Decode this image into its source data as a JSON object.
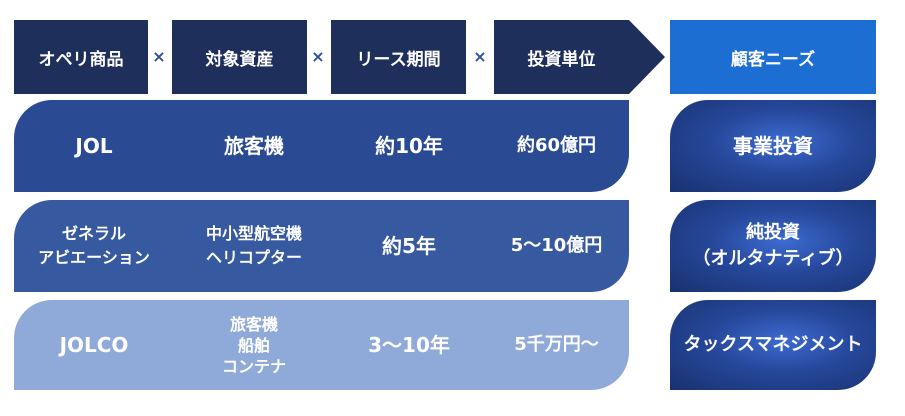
{
  "headers": {
    "product": "オペリ商品",
    "asset": "対象資産",
    "period": "リース期間",
    "unit": "投資単位",
    "needs": "顧客ニーズ"
  },
  "operator": "×",
  "rows": [
    {
      "product": [
        "JOL"
      ],
      "asset": [
        "旅客機"
      ],
      "period": "約10年",
      "unit": "約60億円"
    },
    {
      "product": [
        "ゼネラル",
        "アビエーション"
      ],
      "asset": [
        "中小型航空機",
        "ヘリコプター"
      ],
      "period": "約5年",
      "unit": "5～10億円"
    },
    {
      "product": [
        "JOLCO"
      ],
      "asset": [
        "旅客機",
        "船舶",
        "コンテナ"
      ],
      "period": "3～10年",
      "unit": "5千万円～"
    }
  ],
  "needs": [
    [
      "事業投資"
    ],
    [
      "純投資",
      "（オルタナティブ）"
    ],
    [
      "タックスマネジメント"
    ]
  ],
  "colors": {
    "header": "#1f2f5c",
    "needs_header": "#1d6ed2",
    "row1": "#2b4a94",
    "row2": "#37599f",
    "row3": "#8fa9d9",
    "operator": "#2a4fa0"
  }
}
